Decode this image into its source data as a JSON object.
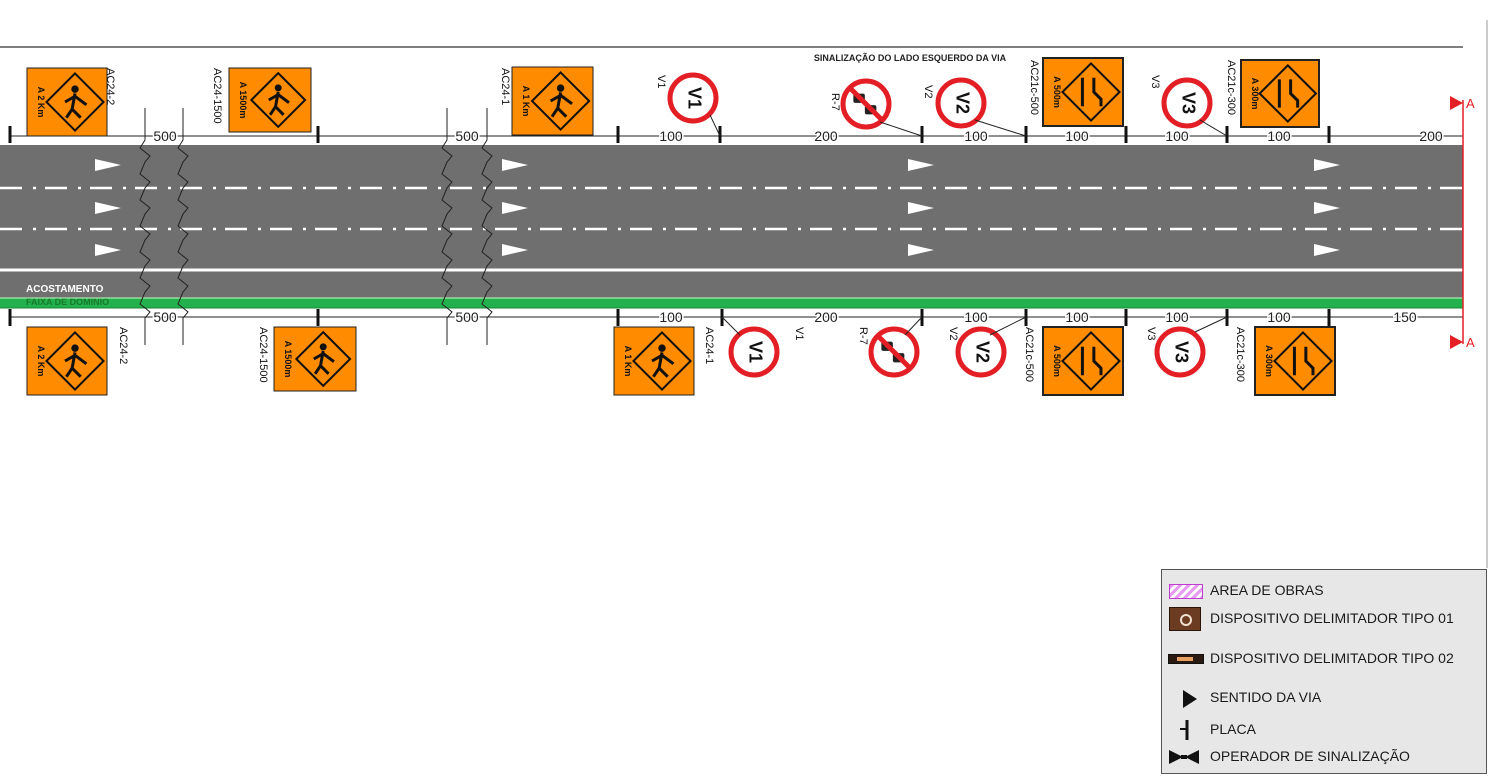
{
  "title": "SINALIZAÇÃO DO LADO ESQUERDO DA VIA",
  "shoulder_label": "ACOSTAMENTO",
  "domain_label": "FAIXA DE DOMINIO",
  "section_mark": "A",
  "colors": {
    "road": "#6f6f6f",
    "sign_orange": "#ff8c00",
    "prohibition_red": "#e31e24",
    "green_strip": "#22b14c",
    "section_red": "#e31e24"
  },
  "top_distances": [
    "500",
    "500",
    "100",
    "200",
    "100",
    "100",
    "100",
    "100",
    "200"
  ],
  "bottom_distances": [
    "500",
    "500",
    "100",
    "200",
    "100",
    "100",
    "100",
    "100",
    "150"
  ],
  "top_signs": [
    {
      "kind": "worker",
      "code": "AC24-2",
      "text": "A 2 Km"
    },
    {
      "kind": "worker",
      "code": "AC24-1500",
      "text": "A 1500m"
    },
    {
      "kind": "worker",
      "code": "AC24-1",
      "text": "A 1 Km"
    },
    {
      "kind": "speed",
      "code": "V1",
      "text": "V1"
    },
    {
      "kind": "no_overtake",
      "code": "R-7",
      "text": ""
    },
    {
      "kind": "speed",
      "code": "V2",
      "text": "V2"
    },
    {
      "kind": "lane",
      "code": "AC21c-500",
      "text": "A 500m"
    },
    {
      "kind": "speed",
      "code": "V3",
      "text": "V3"
    },
    {
      "kind": "lane",
      "code": "AC21c-300",
      "text": "A 300m"
    }
  ],
  "bottom_signs": [
    {
      "kind": "worker",
      "code": "AC24-2",
      "text": "A 2 Km"
    },
    {
      "kind": "worker",
      "code": "AC24-1500",
      "text": "A 1500m"
    },
    {
      "kind": "worker",
      "code": "AC24-1",
      "text": "A 1 Km"
    },
    {
      "kind": "speed",
      "code": "V1",
      "text": "V1"
    },
    {
      "kind": "no_overtake",
      "code": "R-7",
      "text": ""
    },
    {
      "kind": "speed",
      "code": "V2",
      "text": "V2"
    },
    {
      "kind": "lane",
      "code": "AC21c-500",
      "text": "A 500m"
    },
    {
      "kind": "speed",
      "code": "V3",
      "text": "V3"
    },
    {
      "kind": "lane",
      "code": "AC21c-300",
      "text": "A 300m"
    }
  ],
  "legend": {
    "items": [
      {
        "symbol": "area-de-obras",
        "label": "AREA DE OBRAS"
      },
      {
        "symbol": "dispositivo-tipo-01",
        "label": "DISPOSITIVO DELIMITADOR TIPO 01"
      },
      {
        "symbol": "dispositivo-tipo-02",
        "label": "DISPOSITIVO DELIMITADOR TIPO 02"
      },
      {
        "symbol": "sentido-da-via",
        "label": "SENTIDO DA VIA"
      },
      {
        "symbol": "placa",
        "label": "PLACA"
      },
      {
        "symbol": "operador-de-sinalizacao",
        "label": "OPERADOR DE SINALIZAÇÃO"
      }
    ]
  }
}
